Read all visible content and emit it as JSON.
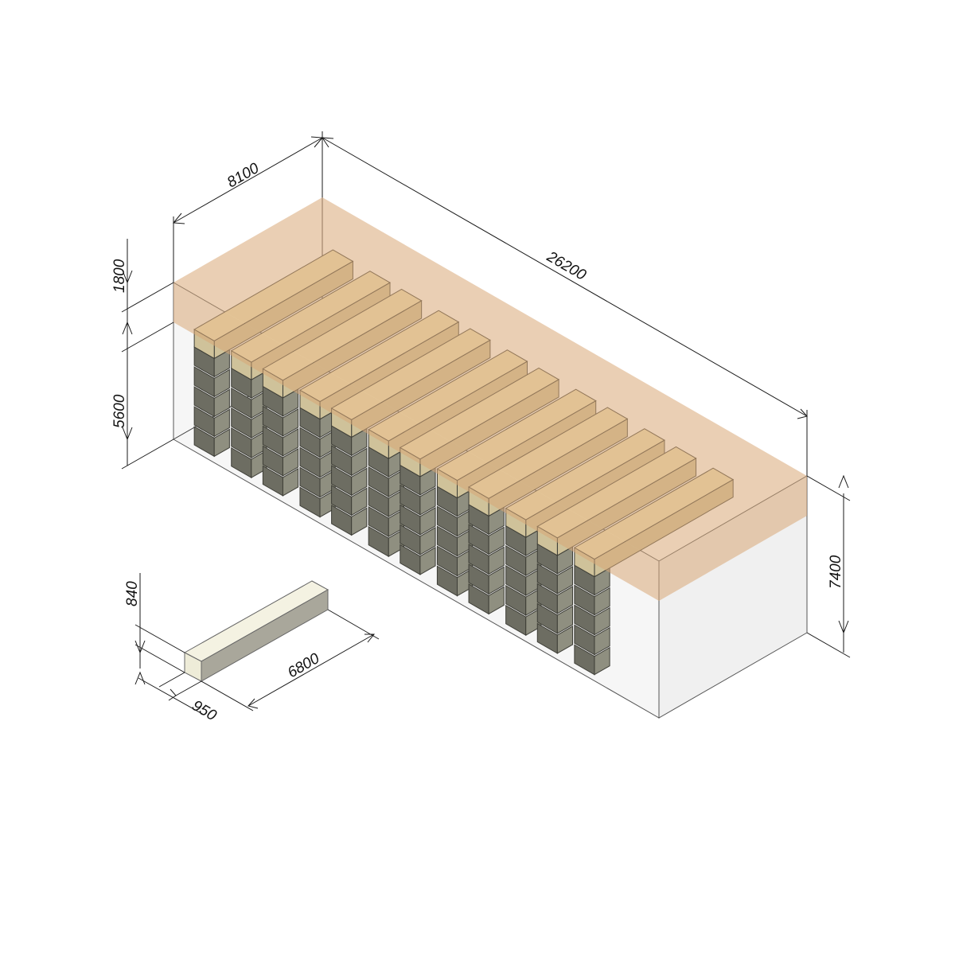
{
  "dimensions": {
    "container_width": "8100",
    "container_length": "26200",
    "container_height": "7400",
    "top_zone_height": "1800",
    "stack_zone_height": "5600",
    "unit_height": "840",
    "unit_width": "950",
    "unit_length": "6800"
  },
  "colors": {
    "top_zone_fill": "#d9a877",
    "unit_top": "#efe2b8",
    "unit_side": "#cfc29a",
    "stack_front": "#8f8f80",
    "stack_side": "#6d6d62",
    "single_unit_top": "#f4f2e2",
    "single_unit_front": "#a9a79b",
    "single_unit_end": "#eeecd8"
  }
}
